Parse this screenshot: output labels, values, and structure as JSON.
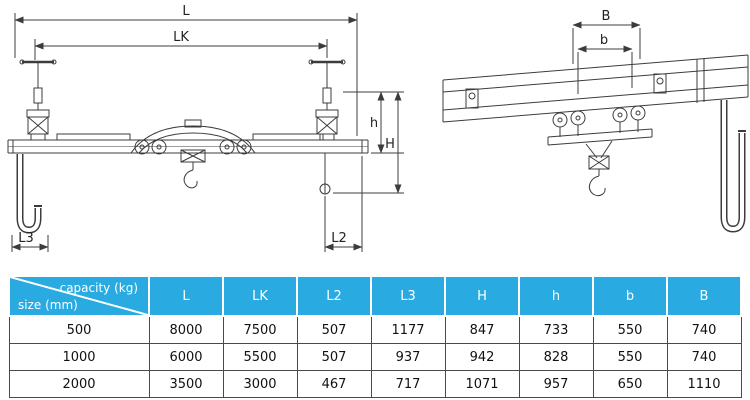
{
  "drawing": {
    "labels": {
      "L": "L",
      "LK": "LK",
      "L2": "L2",
      "L3": "L3",
      "H": "H",
      "h": "h",
      "b": "b",
      "B": "B"
    }
  },
  "table": {
    "corner": {
      "top_label": "capacity (kg)",
      "bottom_label": "size (mm)"
    },
    "columns": [
      "L",
      "LK",
      "L2",
      "L3",
      "H",
      "h",
      "b",
      "B"
    ],
    "rows": [
      {
        "capacity": "500",
        "values": [
          "8000",
          "7500",
          "507",
          "1177",
          "847",
          "733",
          "550",
          "740"
        ]
      },
      {
        "capacity": "1000",
        "values": [
          "6000",
          "5500",
          "507",
          "937",
          "942",
          "828",
          "550",
          "740"
        ]
      },
      {
        "capacity": "2000",
        "values": [
          "3500",
          "3000",
          "467",
          "717",
          "1071",
          "957",
          "650",
          "1110"
        ]
      }
    ]
  },
  "colors": {
    "table_header_bg": "#29abe2",
    "table_header_text": "#ffffff",
    "drawing_line": "#3c3c3c"
  }
}
